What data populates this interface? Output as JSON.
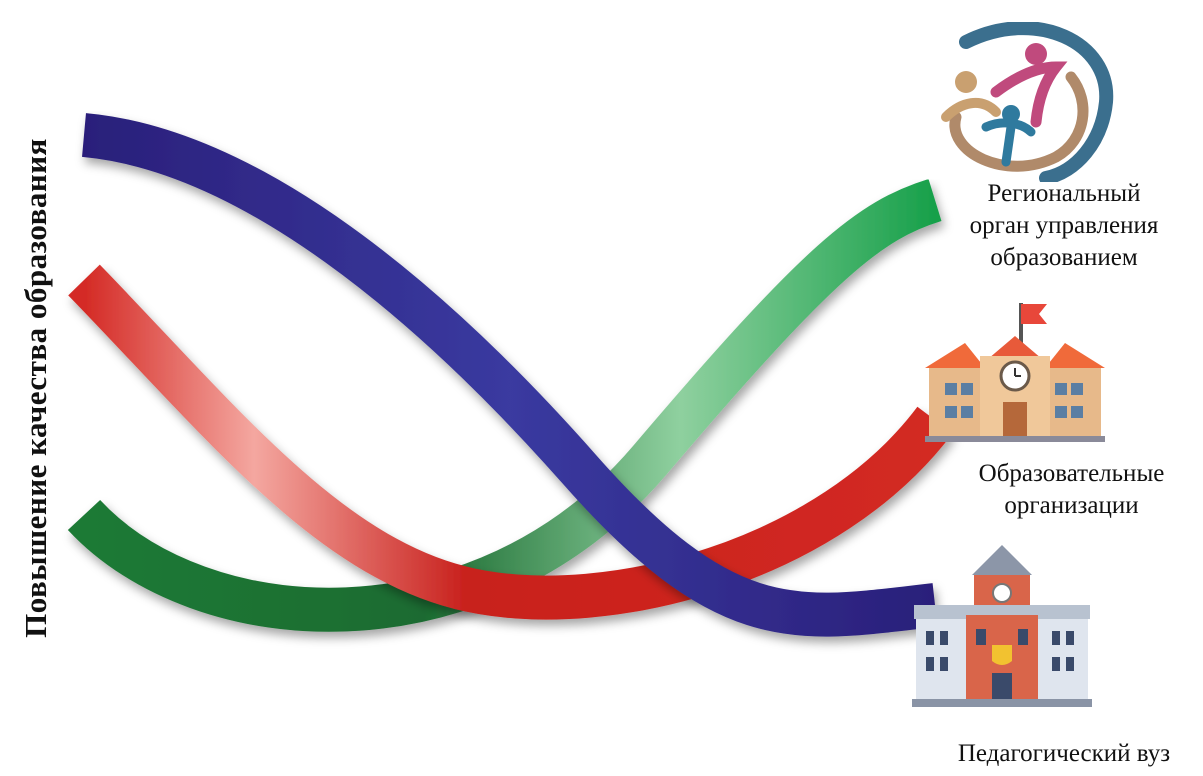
{
  "axis_label": "Повышение качества образования",
  "entities": {
    "regional": {
      "line1": "Региональный",
      "line2": "орган управления",
      "line3": "образованием",
      "icon": "people-circle-logo-icon"
    },
    "organizations": {
      "line1": "Образовательные",
      "line2": "организации",
      "icon": "school-building-icon"
    },
    "university": {
      "line1": "Педагогический вуз",
      "icon": "university-building-icon"
    }
  },
  "ribbons": [
    {
      "name": "",
      "color": "#2a1f7a"
    },
    {
      "name": "",
      "color": "#c8201c"
    },
    {
      "name": "",
      "color": "#1d8a3c"
    }
  ]
}
